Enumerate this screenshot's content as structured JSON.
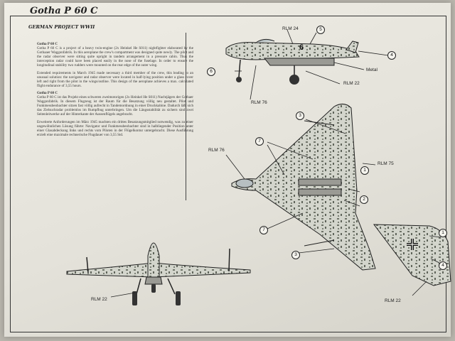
{
  "header": {
    "title": "Gotha P 60 C",
    "subtitle": "GERMAN PROJECT WWII"
  },
  "text_en": {
    "heading": "Gotha P 60 C",
    "para1": "Gotha P 60 C is a project of a heavy twin-engine (2x Heinkel He S011) nightfighter elaborated by the Gothaaer Waggonfabrik. In this aeroplane the crew's compartment was designed quite newly. The pilot and the radar observer were sitting quite upright in tandem arrangement in a pressure cabin. Thus the interception radar could have been placed easily in the nose of the fuselage. In order to ensure the longitudinal stability two rudders were mounted on the rear edge of the outer wing.",
    "para2": "Extended requirements in March 1945 made necessary a third member of the crew, this leading to an unusual solution: the navigator and radar observer were located in half-lying position under a glass cover left and right from the pilot in the wings/outline. This design of the aeroplane achieves a max. calculated flight endurance of 3,55 hours."
  },
  "text_de": {
    "heading": "Gotha P 60 C",
    "para1": "Gotha P 60 C ist das Projekt eines schweren zweimotorigen (2x Heinkel He S011) Nachtjägers der Gothaer Waggonfabrik. In diesem Flugzeug ist der Raum für die Besatzung völlig neu gestaltet. Pilot und Funkmessbeobachter sitzen fast völlig aufrecht in Tandemordnung in einer Druckkabine. Dadurch läßt sich das Zielsuchradar problemlos im Rumpfbug unterbringen. Um die Längsstabilität zu sichern sind zwei Seitenleitwerke auf der Hinterkante der Aussenflügels angebracht.",
    "para2": "Erweiterte Anforderungen im März 1945 machten ein drittes Besatzungsmitglied notwendig, was zu einer ungewöhnlichen Lösung führte: Navigator und Funkmessbeobachter sind in halbliegender Position unter einer Glasabdeckung links und rechts vom Piloten in der Flügelkontur untergebracht. Diese Ausführung erzielt eine maximale rechnerische Flugdauer von 3,55 Std."
  },
  "labels": {
    "rlm24": "RLM 24",
    "rlm22_side": "RLM 22",
    "rlm76_side": "RLM 76",
    "metal": "Metal",
    "rlm76_top": "RLM 76",
    "rlm75": "RLM 75",
    "rlm22_front": "RLM 22",
    "rlm22_detail": "RLM 22",
    "fuselage_number": "6"
  },
  "callouts": {
    "side_1": "5",
    "side_2": "4",
    "side_3": "6",
    "top_1": "3",
    "top_2": "7",
    "top_3": "1",
    "top_4": "2",
    "top_5": "7",
    "top_6": "3",
    "detail_1": "1",
    "detail_2": "4"
  },
  "colors": {
    "paper": "#e9e7df",
    "ink": "#222222",
    "camo_light": "#cfd2c8",
    "camo_dark": "#6d7266",
    "underside": "#d8dcd6"
  }
}
